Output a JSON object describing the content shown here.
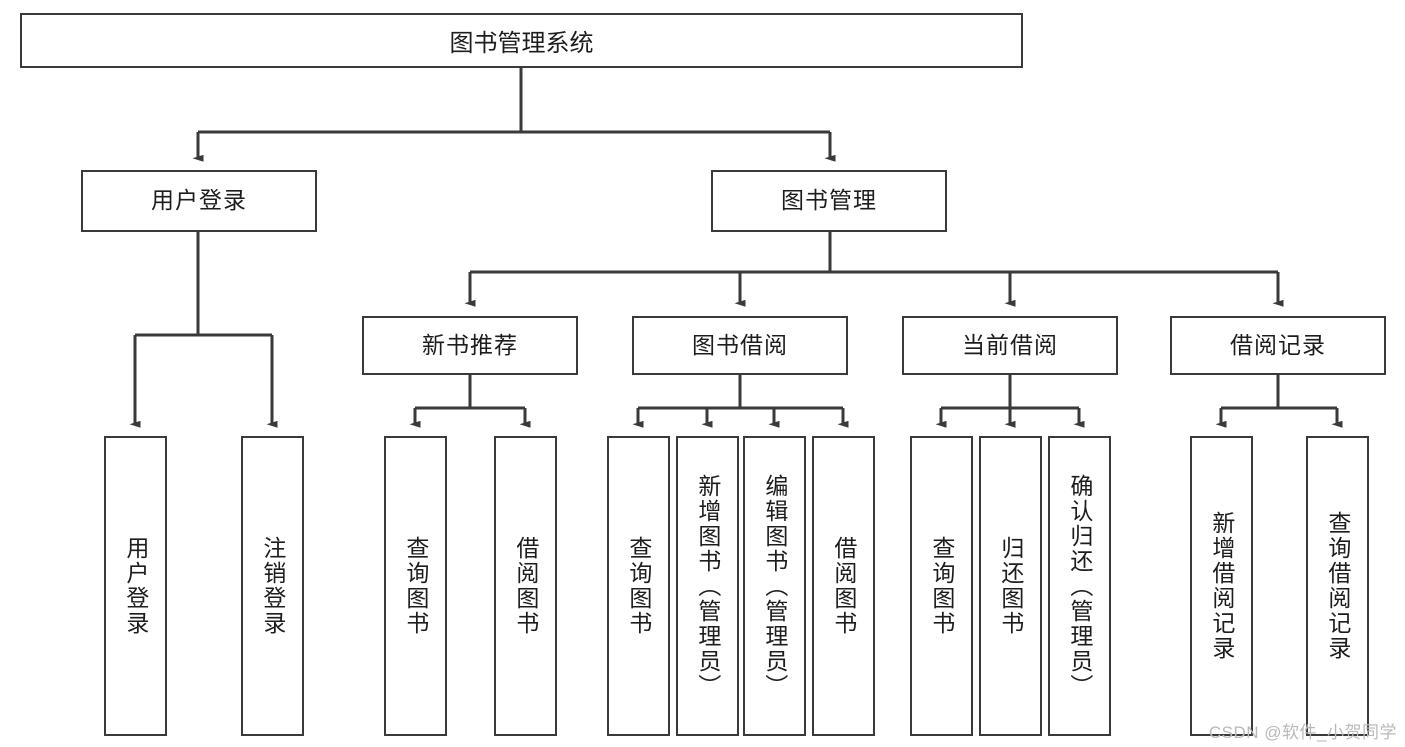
{
  "diagram": {
    "title": "图书管理系统",
    "type": "tree",
    "colors": {
      "box_border": "#3a3a3a",
      "box_fill": "#ffffff",
      "edge": "#3a3a3a",
      "text": "#1d1d1d",
      "watermark": "#b9b9b9",
      "background": "#ffffff"
    },
    "root": {
      "label": "图书管理系统"
    },
    "level1": [
      {
        "label": "用户登录"
      },
      {
        "label": "图书管理"
      }
    ],
    "level2": [
      {
        "label": "新书推荐"
      },
      {
        "label": "图书借阅"
      },
      {
        "label": "当前借阅"
      },
      {
        "label": "借阅记录"
      }
    ],
    "leaves": {
      "user_login": [
        {
          "label": "用户登录"
        },
        {
          "label": "注销登录"
        }
      ],
      "new_book": [
        {
          "label": "查询图书"
        },
        {
          "label": "借阅图书"
        }
      ],
      "book_borrow": [
        {
          "label": "查询图书"
        },
        {
          "label": "新增图书（管理员）"
        },
        {
          "label": "编辑图书（管理员）"
        },
        {
          "label": "借阅图书"
        }
      ],
      "current_borrow": [
        {
          "label": "查询图书"
        },
        {
          "label": "归还图书"
        },
        {
          "label": "确认归还（管理员）"
        }
      ],
      "borrow_record": [
        {
          "label": "新增借阅记录"
        },
        {
          "label": "查询借阅记录"
        }
      ]
    },
    "watermark": "CSDN @软件_小贺同学"
  }
}
